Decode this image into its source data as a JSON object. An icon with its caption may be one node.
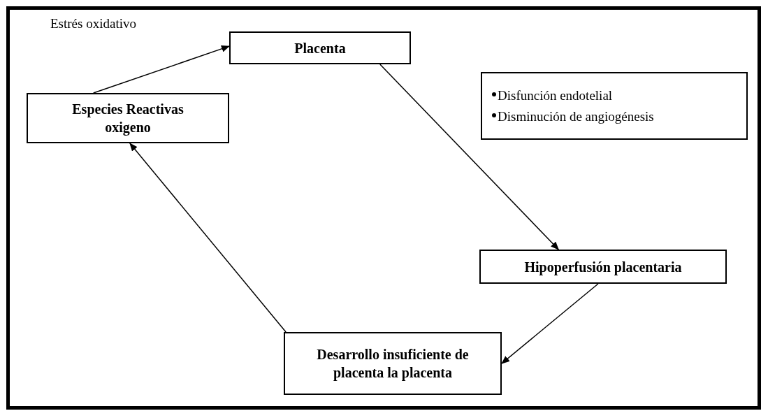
{
  "diagram": {
    "nodes": [
      {
        "text": [
          "Placenta"
        ]
      },
      {
        "text": [
          "Especies Reactivas oxigeno"
        ]
      },
      {
        "text": [
          "Disfunción endotelial",
          "Disminución de angiogénesis"
        ]
      },
      {
        "text": [
          "Hipoperfusión placentaria"
        ]
      },
      {
        "text": [
          "Desarrollo insuficiente de placenta la placenta"
        ]
      }
    ],
    "edges": [
      {
        "from": 1,
        "to": 0,
        "arrow": "to"
      },
      {
        "from": 0,
        "to": 3,
        "arrow": "to"
      },
      {
        "from": 3,
        "to": 4,
        "arrow": "to"
      },
      {
        "from": 4,
        "to": 1,
        "arrow": "to"
      }
    ],
    "labels": [
      "Estrés oxidativo"
    ]
  }
}
